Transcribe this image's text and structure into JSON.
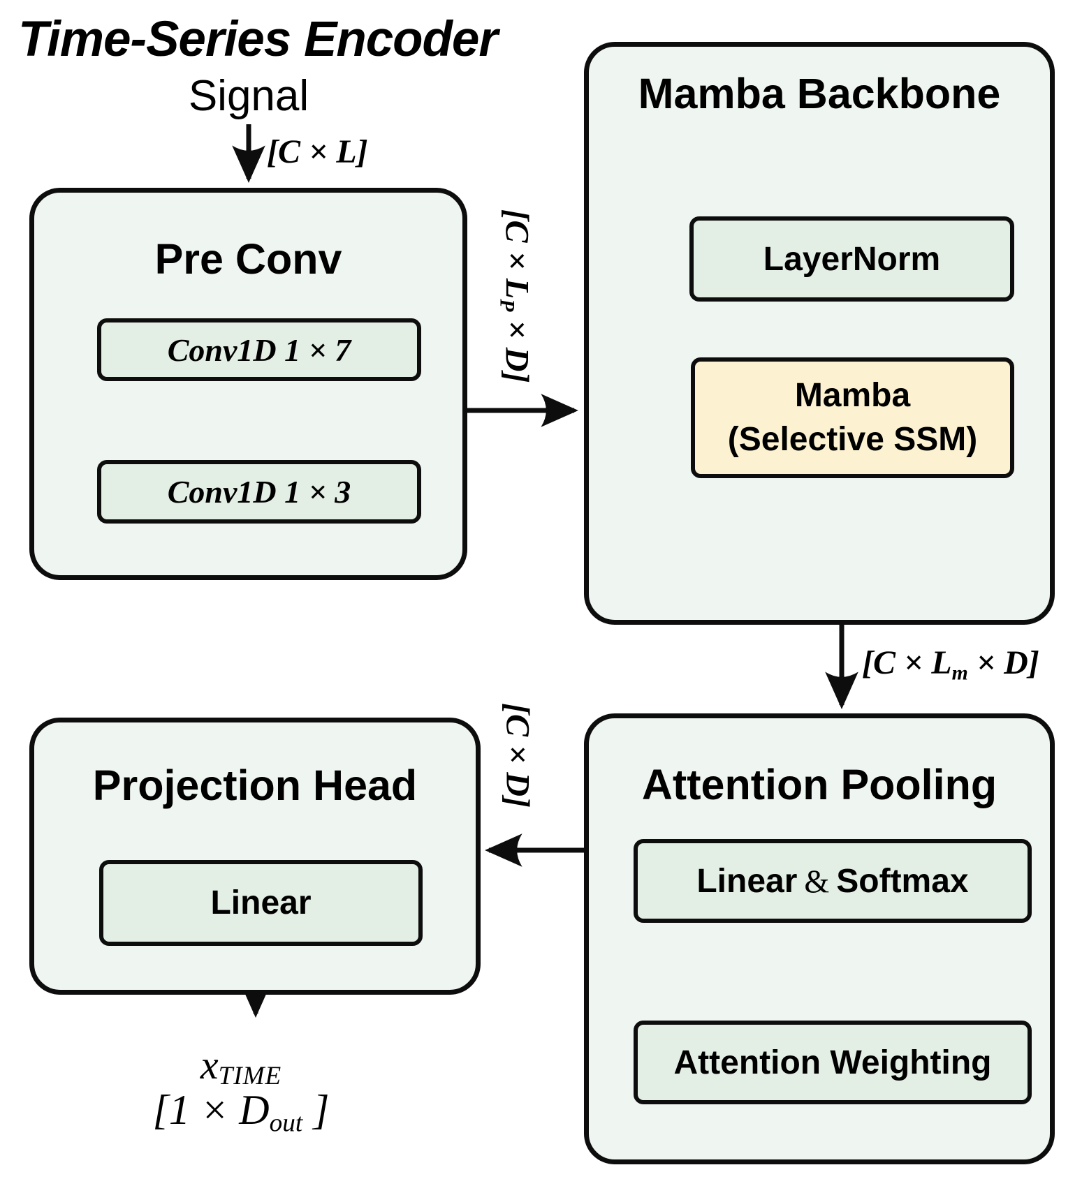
{
  "title": "Time-Series Encoder",
  "colors": {
    "canvas-bg": "#ffffff",
    "panel-fill": "#eff5f0",
    "node-fill": "#e3eee4",
    "mamba-fill": "#fcf1d0",
    "line-color": "#0d0d0d",
    "plus-ring": "#1e3a5c",
    "text-color": "#000000"
  },
  "input": {
    "signal_label": "Signal"
  },
  "pre_conv": {
    "title": "Pre Conv",
    "conv1": "Conv1D 1 × 7",
    "conv2": "Conv1D 1 × 3"
  },
  "mamba_backbone": {
    "title": "Mamba Backbone",
    "layernorm": "LayerNorm",
    "mamba_line1": "Mamba",
    "mamba_line2": "(Selective SSM)"
  },
  "attention_pooling": {
    "title": "Attention Pooling",
    "linear_label": "Linear",
    "ampersand": "&",
    "softmax_label": "Softmax",
    "attention_weighting": "Attention Weighting"
  },
  "projection_head": {
    "title": "Projection Head",
    "linear": "Linear"
  },
  "dims": {
    "input": "[C × L]",
    "preconv_out_main": "[C × L",
    "preconv_out_sub": "P",
    "preconv_out_tail": " × D]",
    "mamba_out_main": "[C × L",
    "mamba_out_sub": "m",
    "mamba_out_tail": " × D]",
    "pooled": "[C × D]",
    "output_var": "x",
    "output_var_sub": "TIME",
    "output_dim_main": "[1 × D",
    "output_dim_sub": "out",
    "output_dim_tail": " ]"
  }
}
